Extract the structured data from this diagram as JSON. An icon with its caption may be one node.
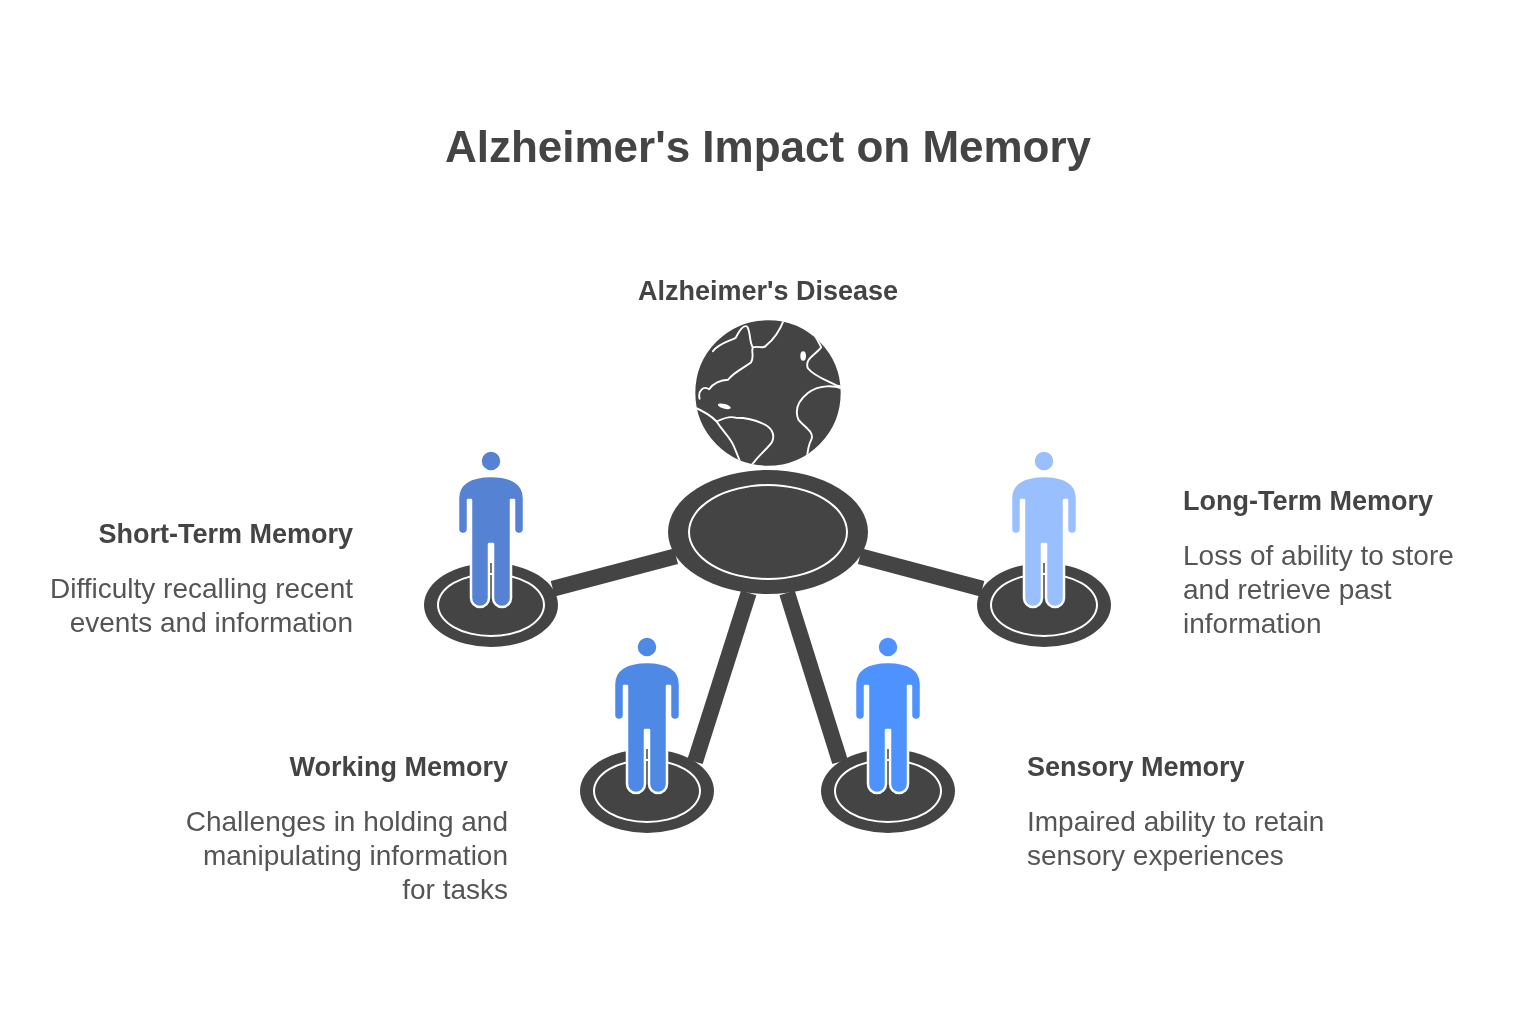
{
  "diagram": {
    "title": "Alzheimer's Impact on Memory",
    "nodes": [
      {
        "text": [
          "Alzheimer's Disease"
        ]
      },
      {
        "text": [
          "Short-Term Memory",
          "Difficulty recalling recent events and information"
        ]
      },
      {
        "text": [
          "Long-Term Memory",
          "Loss of ability to store and retrieve past information"
        ]
      },
      {
        "text": [
          "Working Memory",
          "Challenges in holding and manipulating information for tasks"
        ]
      },
      {
        "text": [
          "Sensory Memory",
          "Impaired ability to retain sensory experiences"
        ]
      }
    ],
    "edges": [
      {
        "from": 0,
        "to": 1,
        "arrow": "none"
      },
      {
        "from": 0,
        "to": 2,
        "arrow": "none"
      },
      {
        "from": 0,
        "to": 3,
        "arrow": "none"
      },
      {
        "from": 0,
        "to": 4,
        "arrow": "none"
      }
    ]
  }
}
